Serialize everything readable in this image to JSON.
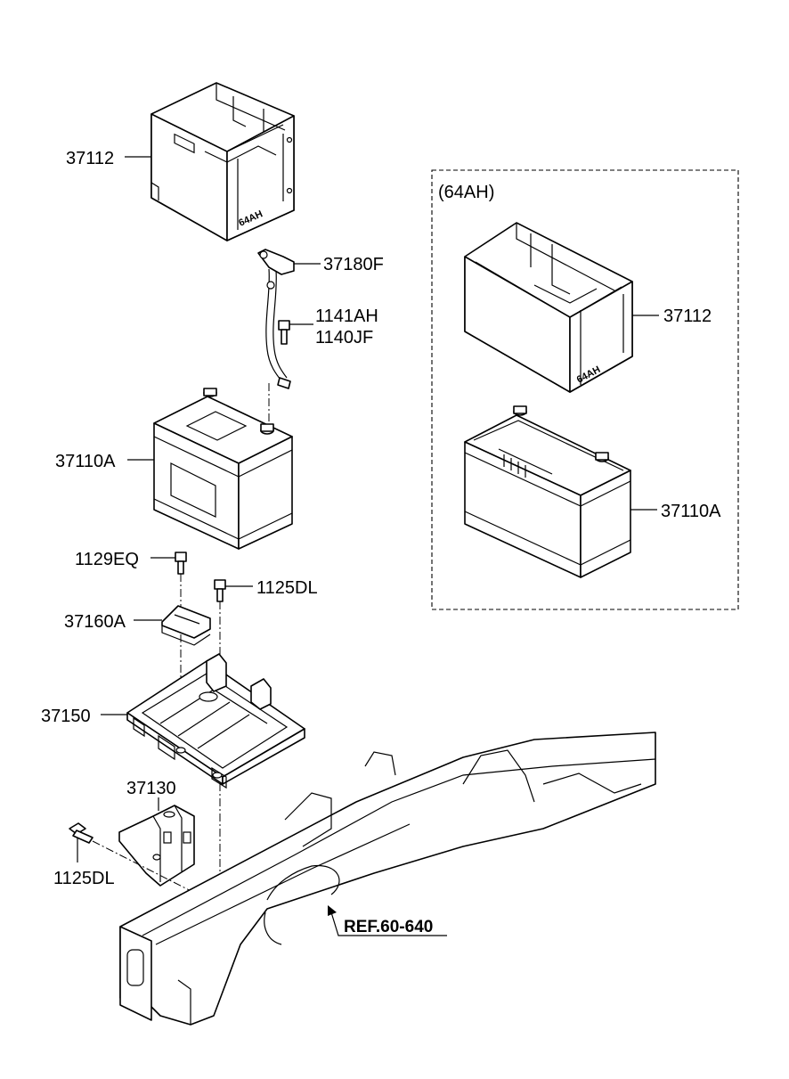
{
  "labels": {
    "tray_cover_main": "37112",
    "cable": "37180F",
    "bolt_a": "1141AH",
    "bolt_b": "1140JF",
    "battery_main": "37110A",
    "bolt_1129": "1129EQ",
    "bolt_1125_top": "1125DL",
    "clamp": "37160A",
    "tray": "37150",
    "bracket": "37130",
    "bolt_1125_bottom": "1125DL",
    "reference": "REF.60-640",
    "variant_title": "(64AH)",
    "variant_cover": "37112",
    "variant_battery": "37110A"
  },
  "box_marking": "64AH"
}
